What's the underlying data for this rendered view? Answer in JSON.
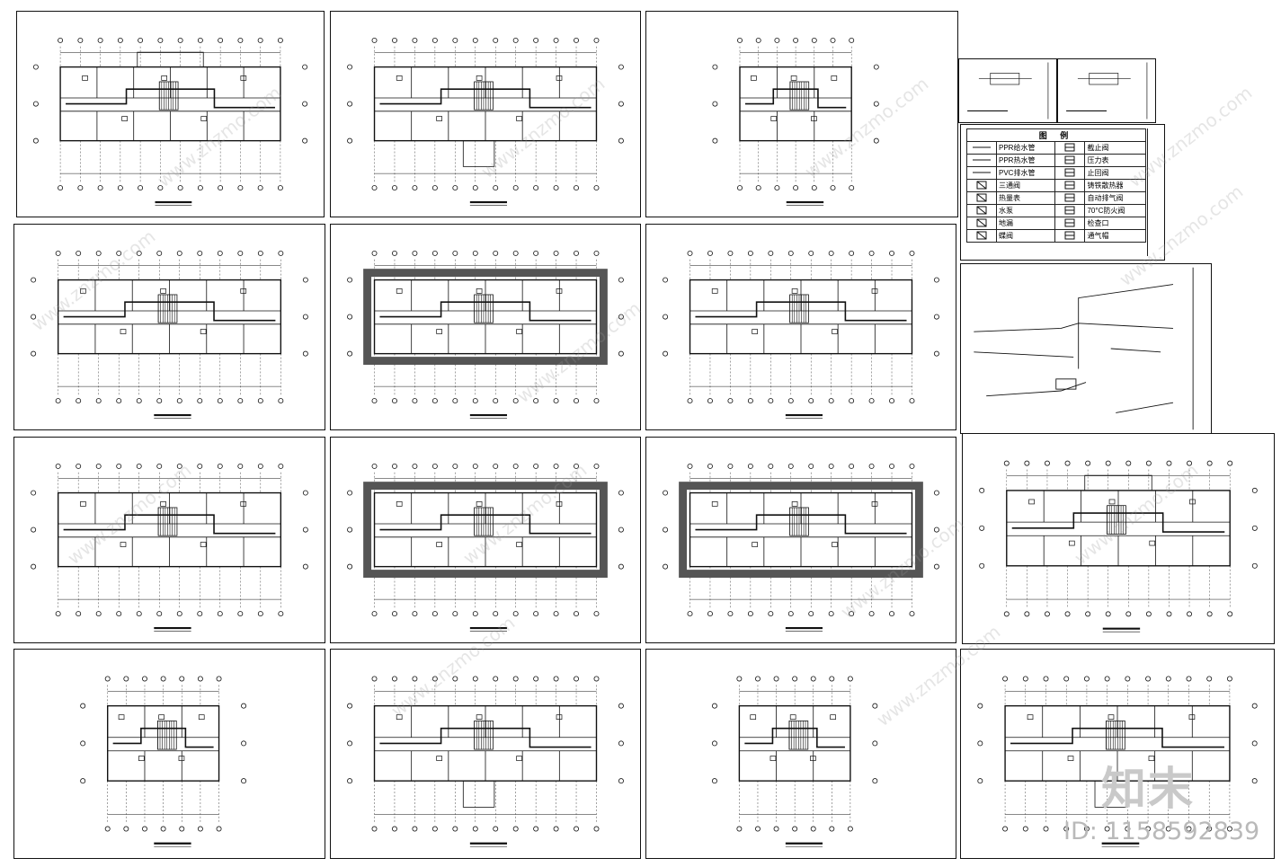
{
  "legend": {
    "title": "图  例",
    "rows": [
      {
        "left_symbol": "line",
        "left_label": "PPR给水管",
        "right_symbol": "valve-icon",
        "right_label": "截止阀"
      },
      {
        "left_symbol": "line",
        "left_label": "PPR热水管",
        "right_symbol": "pressure-gauge-icon",
        "right_label": "压力表"
      },
      {
        "left_symbol": "line",
        "left_label": "PVC排水管",
        "right_symbol": "check-valve-icon",
        "right_label": "止回阀"
      },
      {
        "left_symbol": "tee-icon",
        "left_label": "三通阀",
        "right_symbol": "radiator-icon",
        "right_label": "铸铁散热器"
      },
      {
        "left_symbol": "meter-icon",
        "left_label": "热量表",
        "right_symbol": "air-vent-icon",
        "right_label": "自动排气阀"
      },
      {
        "left_symbol": "pump-icon",
        "left_label": "水泵",
        "right_symbol": "fire-damper-icon",
        "right_label": "70°C防火阀"
      },
      {
        "left_symbol": "drain-icon",
        "left_label": "地漏",
        "right_symbol": "cleanout-icon",
        "right_label": "检查口"
      },
      {
        "left_symbol": "butterfly-valve-icon",
        "left_label": "蝶阀",
        "right_symbol": "vent-cap-icon",
        "right_label": "通气帽"
      }
    ]
  },
  "watermark": {
    "text": "www.znzmo.com",
    "brand_text": "知末"
  },
  "image_id": "ID: 1158592839"
}
